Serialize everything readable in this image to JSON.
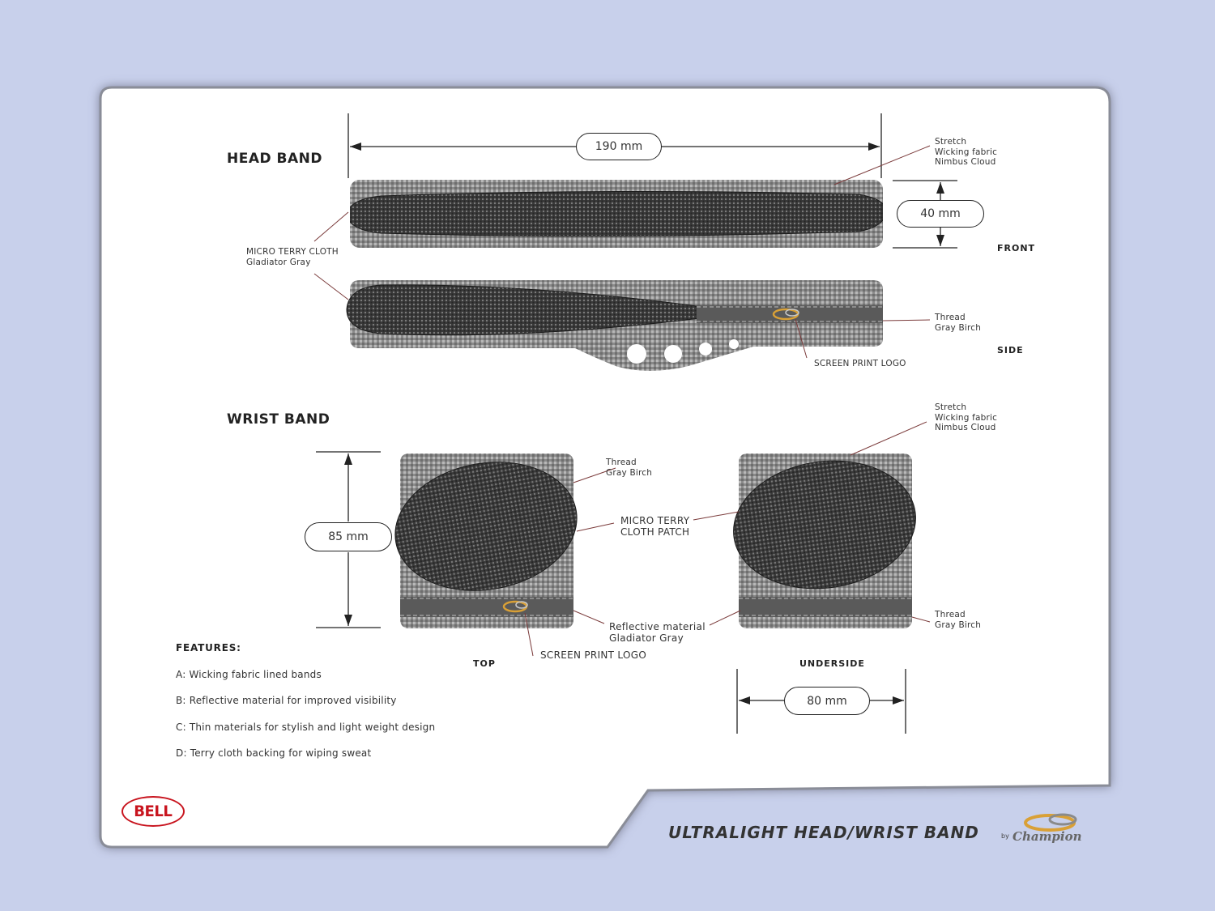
{
  "product_title": "ULTRALIGHT HEAD/WRIST BAND",
  "sections": {
    "head_band": "HEAD BAND",
    "wrist_band": "WRIST BAND"
  },
  "views": {
    "front": "FRONT",
    "side": "SIDE",
    "top": "TOP",
    "underside": "UNDERSIDE"
  },
  "dimensions": {
    "head_length": "190 mm",
    "head_width": "40 mm",
    "wrist_height": "85 mm",
    "wrist_width": "80 mm"
  },
  "callouts": {
    "head_stretch": [
      "Stretch",
      "Wicking fabric",
      "Nimbus Cloud"
    ],
    "head_terry": [
      "MICRO TERRY CLOTH",
      "Gladiator Gray"
    ],
    "head_thread": [
      "Thread",
      "Gray Birch"
    ],
    "head_logo": "SCREEN PRINT LOGO",
    "wrist_thread_top": [
      "Thread",
      "Gray Birch"
    ],
    "wrist_patch": [
      "MICRO TERRY",
      "CLOTH PATCH"
    ],
    "wrist_reflective": [
      "Reflective material",
      "Gladiator Gray"
    ],
    "wrist_logo": "SCREEN PRINT LOGO",
    "wrist_stretch": [
      "Stretch",
      "Wicking fabric",
      "Nimbus Cloud"
    ],
    "wrist_thread_under": [
      "Thread",
      "Gray Birch"
    ]
  },
  "features": {
    "title": "FEATURES:",
    "items": [
      "A: Wicking fabric lined bands",
      "B: Reflective material for improved visibility",
      "C: Thin materials for stylish and light weight design",
      "D: Terry cloth backing for wiping sweat"
    ]
  },
  "brands": {
    "bell": "BELL",
    "champion_by": "by",
    "champion": "Champion"
  },
  "colors": {
    "background": "#c8d0eb",
    "fabric_light": "#8c8c8c",
    "terry_dark": "#3a3a3a",
    "reflective": "#5a5a5a",
    "logo_orange": "#d9a036",
    "bell_red": "#c8141e"
  },
  "icons": [
    "bell-logo",
    "champion-c-logo",
    "screen-print-logo"
  ]
}
